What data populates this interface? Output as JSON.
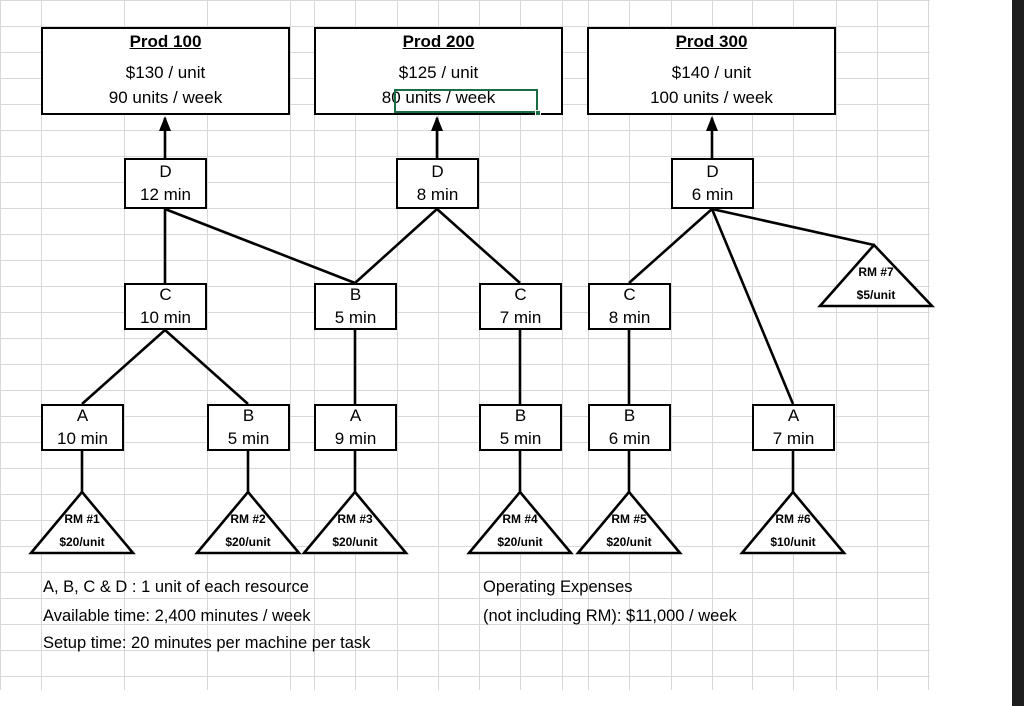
{
  "app": {
    "type": "spreadsheet",
    "selection_color": "#1b6b45",
    "gridline_color": "#d8d8d8",
    "ink_color": "#000000"
  },
  "products": [
    {
      "title": "Prod 100",
      "price": "$130 / unit",
      "demand": "90 units / week"
    },
    {
      "title": "Prod 200",
      "price": "$125 / unit",
      "demand": "80 units / week"
    },
    {
      "title": "Prod 300",
      "price": "$140 / unit",
      "demand": "100 units / week"
    }
  ],
  "operations": {
    "level_d": [
      {
        "code": "D",
        "time": "12 min"
      },
      {
        "code": "D",
        "time": "8 min"
      },
      {
        "code": "D",
        "time": "6 min"
      }
    ],
    "level_mid": [
      {
        "code": "C",
        "time": "10 min"
      },
      {
        "code": "B",
        "time": "5 min"
      },
      {
        "code": "C",
        "time": "7 min"
      },
      {
        "code": "C",
        "time": "8 min"
      }
    ],
    "level_low": [
      {
        "code": "A",
        "time": "10 min"
      },
      {
        "code": "B",
        "time": "5 min"
      },
      {
        "code": "A",
        "time": "9 min"
      },
      {
        "code": "B",
        "time": "5 min"
      },
      {
        "code": "B",
        "time": "6 min"
      },
      {
        "code": "A",
        "time": "7 min"
      }
    ]
  },
  "raw_materials": [
    {
      "name": "RM #1",
      "price": "$20/unit"
    },
    {
      "name": "RM #2",
      "price": "$20/unit"
    },
    {
      "name": "RM #3",
      "price": "$20/unit"
    },
    {
      "name": "RM #4",
      "price": "$20/unit"
    },
    {
      "name": "RM #5",
      "price": "$20/unit"
    },
    {
      "name": "RM #6",
      "price": "$10/unit"
    },
    {
      "name": "RM #7",
      "price": "$5/unit"
    }
  ],
  "notes": {
    "left": [
      "A, B, C & D : 1 unit of each resource",
      "Available time:  2,400 minutes / week",
      "Setup time: 20 minutes per machine per task"
    ],
    "right": [
      "Operating Expenses",
      "(not including RM): $11,000 / week"
    ]
  },
  "selection": {
    "value": "units / week"
  }
}
